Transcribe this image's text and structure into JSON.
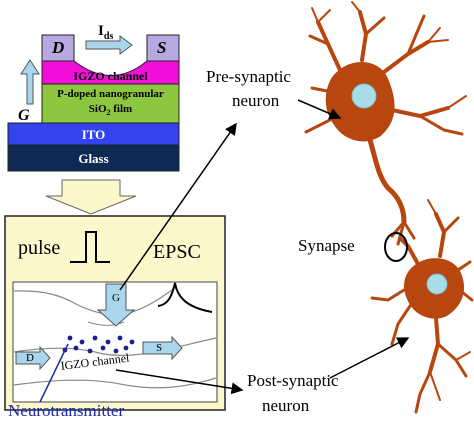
{
  "device": {
    "drain": "D",
    "source": "S",
    "current": "I",
    "current_sub": "ds",
    "gate": "G",
    "layers": {
      "igzo": "IGZO channel",
      "dielectric_line1": "P-doped nanogranular",
      "dielectric_line2": "SiO",
      "dielectric_sub": "2",
      "dielectric_line2_tail": " film",
      "ito": "ITO",
      "glass": "Glass"
    }
  },
  "inset": {
    "pulse": "pulse",
    "epsc": "EPSC",
    "gate": "G",
    "drain": "D",
    "source": "S",
    "channel": "IGZO channel",
    "neurotransmitter": "Neurotransmitter"
  },
  "labels": {
    "pre_line1": "Pre-synaptic",
    "pre_line2": "neuron",
    "synapse": "Synapse",
    "post_line1": "Post-synaptic",
    "post_line2": "neuron"
  },
  "colors": {
    "igzo": "#f20fd9",
    "dielectric": "#8dc63f",
    "ito": "#3344ee",
    "glass": "#0c2a52",
    "inset_bg": "#fdf7cc",
    "neuron": "#b8460f",
    "nucleus": "#a8dde8",
    "electrode": "#b8a8e0",
    "arrow_fill": "#a9d6ec",
    "dots": "#1a1f8c",
    "neurotransmitter_text": "#1a2aa8"
  }
}
